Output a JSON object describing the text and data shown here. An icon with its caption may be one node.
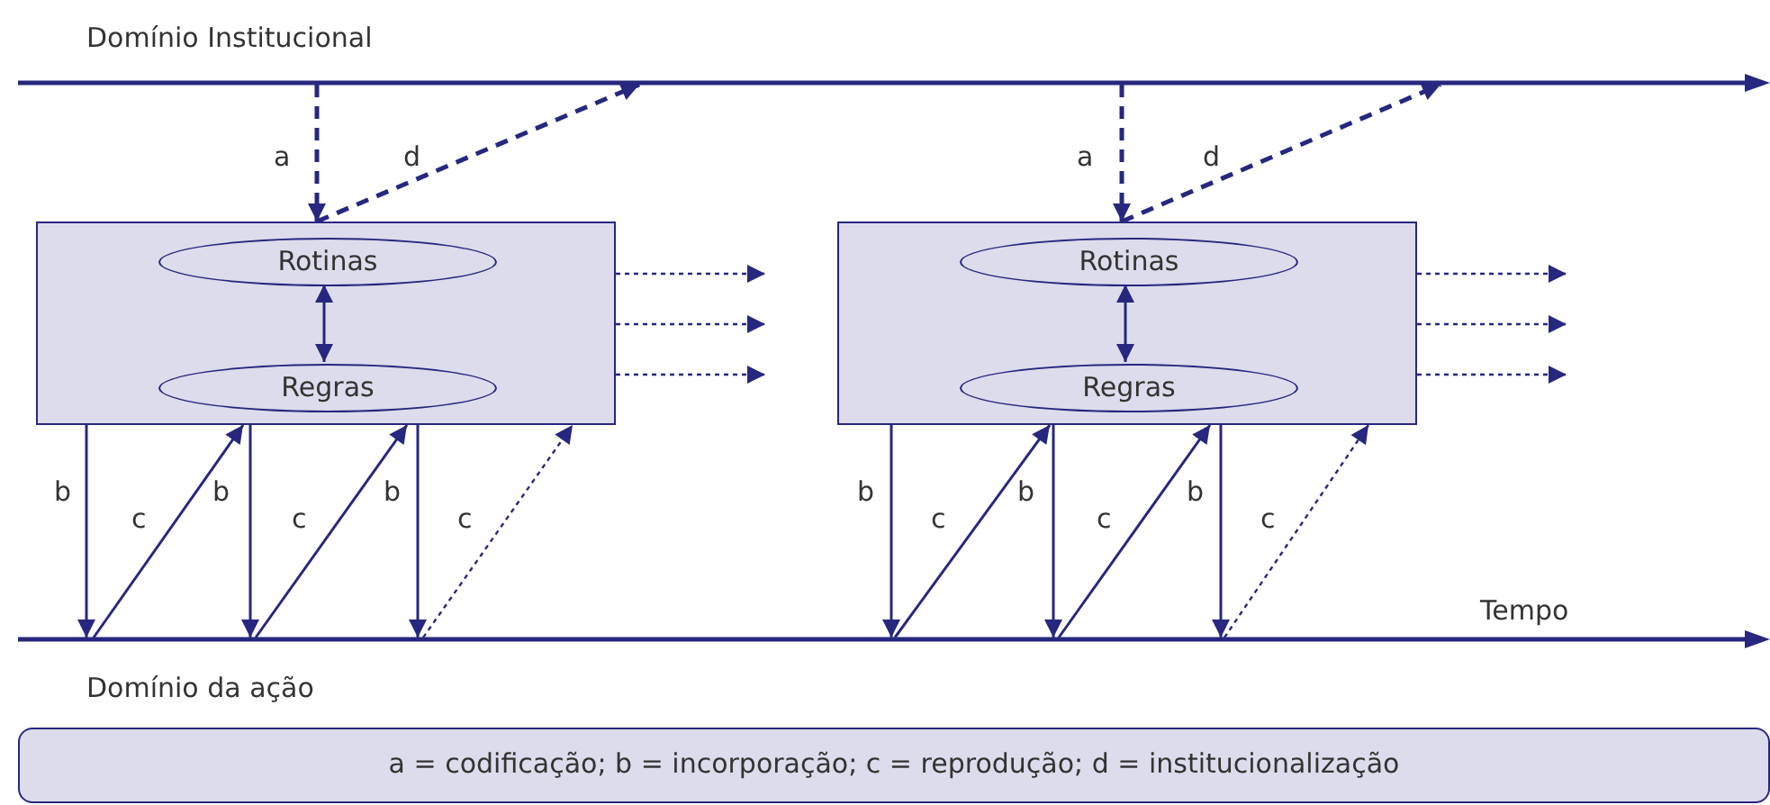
{
  "diagram": {
    "nodes": [
      {
        "text": [
          "Domínio Institucional"
        ]
      },
      {
        "text": [],
        "shape": "box"
      },
      {
        "text": [
          "Rotinas"
        ],
        "in": 1
      },
      {
        "text": [
          "Regras"
        ],
        "in": 1
      },
      {
        "text": [],
        "shape": "box"
      },
      {
        "text": [
          "Rotinas"
        ],
        "in": 4
      },
      {
        "text": [
          "Regras"
        ],
        "in": 4
      },
      {
        "text": [
          "Domínio da ação"
        ],
        "beside": [
          "Tempo"
        ]
      },
      {
        "text": [
          "a = codificação; b = incorporação; c = reprodução; d = institucionalização"
        ]
      }
    ],
    "edges": [
      {
        "from": 0,
        "to": 1,
        "arrow": "to",
        "label": "a",
        "style": "dashed"
      },
      {
        "from": 1,
        "to": 0,
        "arrow": "to",
        "label": "d",
        "style": "dashed"
      },
      {
        "from": 2,
        "to": 3,
        "arrow": "both"
      },
      {
        "from": 1,
        "to": null,
        "arrow": "to",
        "style": "dashed"
      },
      {
        "from": 1,
        "to": null,
        "arrow": "to",
        "style": "dashed"
      },
      {
        "from": 1,
        "to": null,
        "arrow": "to",
        "style": "dashed"
      },
      {
        "from": 1,
        "to": 7,
        "arrow": "to",
        "label": "b"
      },
      {
        "from": 7,
        "to": 1,
        "arrow": "to",
        "label": "c"
      },
      {
        "from": 1,
        "to": 7,
        "arrow": "to",
        "label": "b"
      },
      {
        "from": 7,
        "to": 1,
        "arrow": "to",
        "label": "c"
      },
      {
        "from": 1,
        "to": 7,
        "arrow": "to",
        "label": "b"
      },
      {
        "from": 7,
        "to": 1,
        "arrow": "to",
        "label": "c",
        "style": "dashed"
      },
      {
        "from": 0,
        "to": 4,
        "arrow": "to",
        "label": "a",
        "style": "dashed"
      },
      {
        "from": 4,
        "to": 0,
        "arrow": "to",
        "label": "d",
        "style": "dashed"
      },
      {
        "from": 5,
        "to": 6,
        "arrow": "both"
      },
      {
        "from": 4,
        "to": null,
        "arrow": "to",
        "style": "dashed"
      },
      {
        "from": 4,
        "to": null,
        "arrow": "to",
        "style": "dashed"
      },
      {
        "from": 4,
        "to": null,
        "arrow": "to",
        "style": "dashed"
      },
      {
        "from": 4,
        "to": 7,
        "arrow": "to",
        "label": "b"
      },
      {
        "from": 7,
        "to": 4,
        "arrow": "to",
        "label": "c"
      },
      {
        "from": 4,
        "to": 7,
        "arrow": "to",
        "label": "b"
      },
      {
        "from": 7,
        "to": 4,
        "arrow": "to",
        "label": "c"
      },
      {
        "from": 4,
        "to": 7,
        "arrow": "to",
        "label": "b"
      },
      {
        "from": 7,
        "to": 4,
        "arrow": "to",
        "label": "c",
        "style": "dashed"
      }
    ]
  }
}
